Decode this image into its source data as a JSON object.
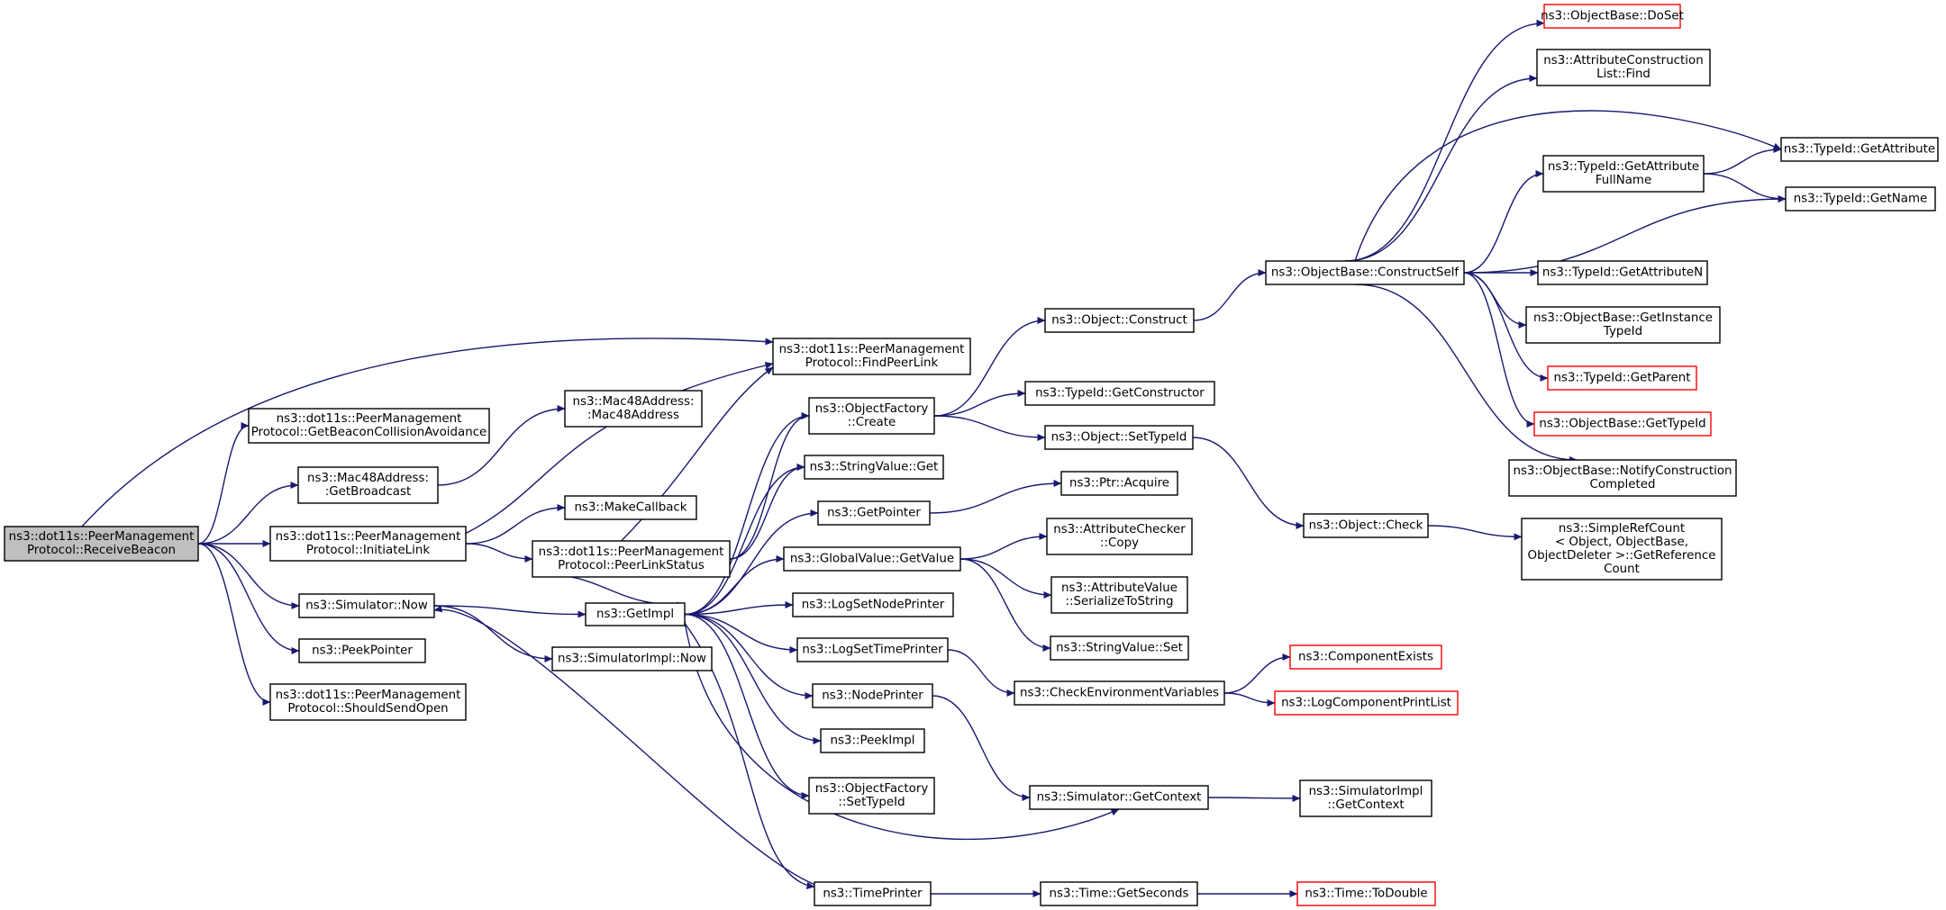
{
  "graph": {
    "edge_color": "#191970",
    "box_border_color": "#000000",
    "missing_border_color": "#ff0000",
    "root_fill": "#bfbfbf",
    "nodes": [
      {
        "id": "n0",
        "lines": [
          "ns3::dot11s::PeerManagement",
          "Protocol::ReceiveBeacon"
        ],
        "root": true
      },
      {
        "id": "n1",
        "lines": [
          "ns3::dot11s::PeerManagement",
          "Protocol::FindPeerLink"
        ]
      },
      {
        "id": "n2",
        "lines": [
          "ns3::dot11s::PeerManagement",
          "Protocol::GetBeaconCollisionAvoidance"
        ]
      },
      {
        "id": "n3",
        "lines": [
          "ns3::Mac48Address:",
          ":GetBroadcast"
        ]
      },
      {
        "id": "n4",
        "lines": [
          "ns3::Mac48Address:",
          ":Mac48Address"
        ]
      },
      {
        "id": "n5",
        "lines": [
          "ns3::dot11s::PeerManagement",
          "Protocol::InitiateLink"
        ]
      },
      {
        "id": "n6",
        "lines": [
          "ns3::MakeCallback"
        ]
      },
      {
        "id": "n7",
        "lines": [
          "ns3::dot11s::PeerManagement",
          "Protocol::PeerLinkStatus"
        ]
      },
      {
        "id": "n8",
        "lines": [
          "ns3::Simulator::Now"
        ]
      },
      {
        "id": "n9",
        "lines": [
          "ns3::GetImpl"
        ]
      },
      {
        "id": "n10",
        "lines": [
          "ns3::SimulatorImpl::Now"
        ]
      },
      {
        "id": "n11",
        "lines": [
          "ns3::PeekPointer"
        ]
      },
      {
        "id": "n12",
        "lines": [
          "ns3::dot11s::PeerManagement",
          "Protocol::ShouldSendOpen"
        ]
      },
      {
        "id": "n13",
        "lines": [
          "ns3::ObjectFactory",
          "::Create"
        ]
      },
      {
        "id": "n14",
        "lines": [
          "ns3::StringValue::Get"
        ]
      },
      {
        "id": "n15",
        "lines": [
          "ns3::GetPointer"
        ]
      },
      {
        "id": "n16",
        "lines": [
          "ns3::GlobalValue::GetValue"
        ]
      },
      {
        "id": "n17",
        "lines": [
          "ns3::LogSetNodePrinter"
        ]
      },
      {
        "id": "n18",
        "lines": [
          "ns3::LogSetTimePrinter"
        ]
      },
      {
        "id": "n19",
        "lines": [
          "ns3::NodePrinter"
        ]
      },
      {
        "id": "n20",
        "lines": [
          "ns3::PeekImpl"
        ]
      },
      {
        "id": "n21",
        "lines": [
          "ns3::ObjectFactory",
          "::SetTypeId"
        ]
      },
      {
        "id": "n22",
        "lines": [
          "ns3::TimePrinter"
        ]
      },
      {
        "id": "n23",
        "lines": [
          "ns3::Object::Construct"
        ]
      },
      {
        "id": "n24",
        "lines": [
          "ns3::TypeId::GetConstructor"
        ]
      },
      {
        "id": "n25",
        "lines": [
          "ns3::Object::SetTypeId"
        ]
      },
      {
        "id": "n26",
        "lines": [
          "ns3::Ptr::Acquire"
        ]
      },
      {
        "id": "n27",
        "lines": [
          "ns3::AttributeChecker",
          "::Copy"
        ]
      },
      {
        "id": "n28",
        "lines": [
          "ns3::AttributeValue",
          "::SerializeToString"
        ]
      },
      {
        "id": "n29",
        "lines": [
          "ns3::StringValue::Set"
        ]
      },
      {
        "id": "n30",
        "lines": [
          "ns3::CheckEnvironmentVariables"
        ]
      },
      {
        "id": "n31",
        "lines": [
          "ns3::Simulator::GetContext"
        ]
      },
      {
        "id": "n32",
        "lines": [
          "ns3::Time::GetSeconds"
        ]
      },
      {
        "id": "n33",
        "lines": [
          "ns3::ObjectBase::ConstructSelf"
        ]
      },
      {
        "id": "n34",
        "lines": [
          "ns3::Object::Check"
        ]
      },
      {
        "id": "n35",
        "lines": [
          "ns3::ComponentExists"
        ],
        "missing": true
      },
      {
        "id": "n36",
        "lines": [
          "ns3::LogComponentPrintList"
        ],
        "missing": true
      },
      {
        "id": "n37",
        "lines": [
          "ns3::SimulatorImpl",
          "::GetContext"
        ]
      },
      {
        "id": "n38",
        "lines": [
          "ns3::Time::ToDouble"
        ],
        "missing": true
      },
      {
        "id": "n39",
        "lines": [
          "ns3::ObjectBase::DoSet"
        ],
        "missing": true
      },
      {
        "id": "n40",
        "lines": [
          "ns3::AttributeConstruction",
          "List::Find"
        ]
      },
      {
        "id": "n41",
        "lines": [
          "ns3::TypeId::GetAttribute",
          "FullName"
        ]
      },
      {
        "id": "n42",
        "lines": [
          "ns3::TypeId::GetAttribute"
        ]
      },
      {
        "id": "n43",
        "lines": [
          "ns3::TypeId::GetName"
        ]
      },
      {
        "id": "n44",
        "lines": [
          "ns3::TypeId::GetAttributeN"
        ]
      },
      {
        "id": "n45",
        "lines": [
          "ns3::ObjectBase::GetInstance",
          "TypeId"
        ]
      },
      {
        "id": "n46",
        "lines": [
          "ns3::TypeId::GetParent"
        ],
        "missing": true
      },
      {
        "id": "n47",
        "lines": [
          "ns3::ObjectBase::GetTypeId"
        ],
        "missing": true
      },
      {
        "id": "n48",
        "lines": [
          "ns3::ObjectBase::NotifyConstruction",
          "Completed"
        ]
      },
      {
        "id": "n49",
        "lines": [
          "ns3::SimpleRefCount",
          "< Object, ObjectBase,",
          "ObjectDeleter >::GetReference",
          "Count"
        ]
      }
    ],
    "edges": [
      [
        "n0",
        "n1"
      ],
      [
        "n0",
        "n2"
      ],
      [
        "n0",
        "n3"
      ],
      [
        "n0",
        "n5"
      ],
      [
        "n0",
        "n8"
      ],
      [
        "n0",
        "n11"
      ],
      [
        "n0",
        "n12"
      ],
      [
        "n3",
        "n4"
      ],
      [
        "n5",
        "n1"
      ],
      [
        "n5",
        "n6"
      ],
      [
        "n5",
        "n7"
      ],
      [
        "n7",
        "n1"
      ],
      [
        "n7",
        "n13"
      ],
      [
        "n7",
        "n14"
      ],
      [
        "n7",
        "n9"
      ],
      [
        "n8",
        "n9"
      ],
      [
        "n8",
        "n10"
      ],
      [
        "n9",
        "n13"
      ],
      [
        "n9",
        "n14"
      ],
      [
        "n9",
        "n15"
      ],
      [
        "n9",
        "n16"
      ],
      [
        "n9",
        "n17"
      ],
      [
        "n9",
        "n18"
      ],
      [
        "n9",
        "n19"
      ],
      [
        "n9",
        "n20"
      ],
      [
        "n9",
        "n21"
      ],
      [
        "n9",
        "n22"
      ],
      [
        "n9",
        "n31"
      ],
      [
        "n13",
        "n23"
      ],
      [
        "n13",
        "n24"
      ],
      [
        "n13",
        "n25"
      ],
      [
        "n15",
        "n26"
      ],
      [
        "n16",
        "n27"
      ],
      [
        "n16",
        "n28"
      ],
      [
        "n16",
        "n29"
      ],
      [
        "n18",
        "n30"
      ],
      [
        "n19",
        "n31"
      ],
      [
        "n22",
        "n8"
      ],
      [
        "n22",
        "n32"
      ],
      [
        "n23",
        "n33"
      ],
      [
        "n25",
        "n34"
      ],
      [
        "n30",
        "n35"
      ],
      [
        "n30",
        "n36"
      ],
      [
        "n31",
        "n37"
      ],
      [
        "n32",
        "n38"
      ],
      [
        "n33",
        "n39"
      ],
      [
        "n33",
        "n40"
      ],
      [
        "n33",
        "n42"
      ],
      [
        "n33",
        "n41"
      ],
      [
        "n33",
        "n43"
      ],
      [
        "n33",
        "n44"
      ],
      [
        "n33",
        "n45"
      ],
      [
        "n33",
        "n46"
      ],
      [
        "n33",
        "n47"
      ],
      [
        "n33",
        "n48"
      ],
      [
        "n41",
        "n42"
      ],
      [
        "n41",
        "n43"
      ],
      [
        "n34",
        "n49"
      ]
    ]
  }
}
